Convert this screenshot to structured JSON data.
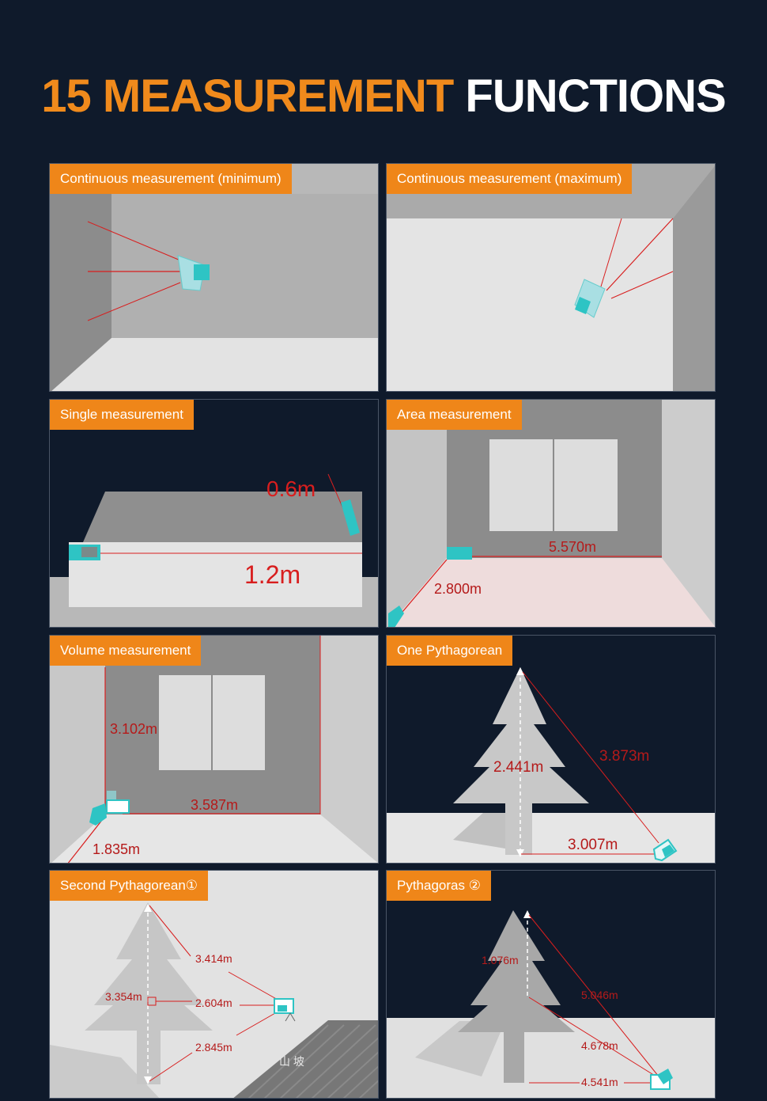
{
  "headline": {
    "part_orange": "15 MEASUREMENT",
    "part_white": "FUNCTIONS"
  },
  "panels": [
    {
      "title": "Continuous measurement (minimum)"
    },
    {
      "title": "Continuous measurement (maximum)"
    },
    {
      "title": "Single measurement",
      "labels": [
        "0.6m",
        "1.2m"
      ]
    },
    {
      "title": "Area measurement",
      "labels": [
        "5.570m",
        "2.800m"
      ]
    },
    {
      "title": "Volume measurement",
      "labels": [
        "3.102m",
        "3.587m",
        "1.835m"
      ]
    },
    {
      "title": "One Pythagorean",
      "labels": [
        "2.441m",
        "3.873m",
        "3.007m"
      ]
    },
    {
      "title": "Second Pythagorean①",
      "labels": [
        "3.414m",
        "3.354m",
        "2.604m",
        "2.845m"
      ],
      "slope_label": "山 坡"
    },
    {
      "title": "Pythagoras ②",
      "labels": [
        "1.076m",
        "5.046m",
        "4.678m",
        "4.541m"
      ]
    }
  ],
  "colors": {
    "accent": "#ef8619",
    "laser": "#d81e1e",
    "device": "#2ec4c4",
    "background": "#0f1a2b"
  }
}
